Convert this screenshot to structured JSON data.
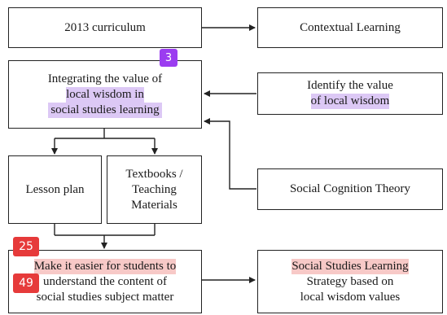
{
  "boxes": {
    "curriculum": "2013 curriculum",
    "contextual": "Contextual Learning",
    "integrating": [
      "Integrating the value of",
      "local wisdom in",
      "social studies learning"
    ],
    "identify": [
      "Identify the value",
      "of local wisdom"
    ],
    "lesson_plan": "Lesson plan",
    "textbooks": [
      "Textbooks /",
      "Teaching",
      "Materials"
    ],
    "social_cognition": "Social Cognition Theory",
    "make_easier": [
      "Make it easier for students to",
      "understand the content of",
      "social studies subject matter"
    ],
    "strategy": [
      "Social Studies Learning",
      "Strategy based on",
      "local wisdom values"
    ]
  },
  "badges": {
    "top": "3",
    "mid": "25",
    "low": "49"
  },
  "colors": {
    "highlight_purple": "#dcc8f5",
    "highlight_red": "#f7c9c7",
    "badge_purple": "#9b3df0",
    "badge_red": "#e63a3a"
  }
}
